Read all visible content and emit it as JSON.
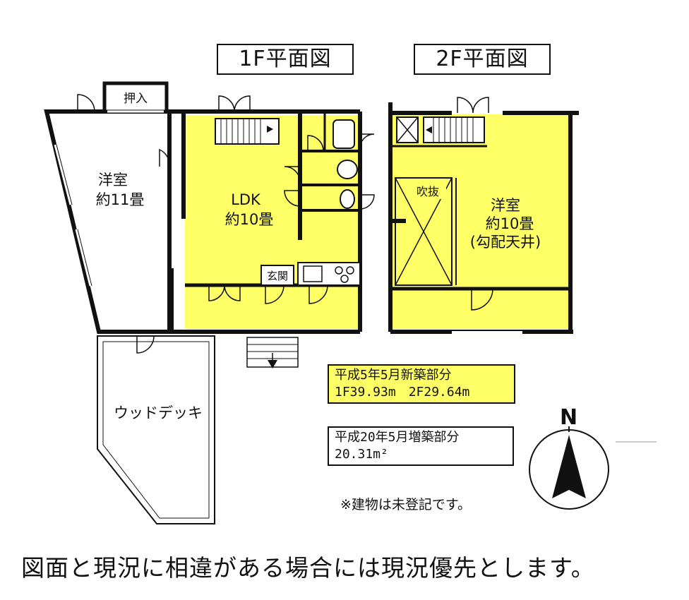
{
  "titles": {
    "floor1": "1F平面図",
    "floor2": "2F平面図"
  },
  "floor1": {
    "oshiire": "押入",
    "western_room": {
      "name": "洋室",
      "size": "約11畳"
    },
    "ldk": {
      "name": "LDK",
      "size": "約10畳"
    },
    "genkan": "玄関",
    "wood_deck": "ウッドデッキ"
  },
  "floor2": {
    "fukinuke": "吹抜",
    "western_room": {
      "name": "洋室",
      "size": "約10畳",
      "note": "(勾配天井)"
    }
  },
  "notes": {
    "new_build": {
      "line1": "平成5年5月新築部分",
      "line2": "1F39.93m　2F29.64m"
    },
    "extension": {
      "line1": "平成20年5月増築部分",
      "line2": "20.31m²"
    },
    "unregistered": "※建物は未登記です。"
  },
  "compass": {
    "letter": "N"
  },
  "disclaimer": "図面と現況に相違がある場合には現況優先とします。",
  "colors": {
    "floor_fill": "#ffff66",
    "wall": "#111111",
    "background": "#ffffff"
  }
}
